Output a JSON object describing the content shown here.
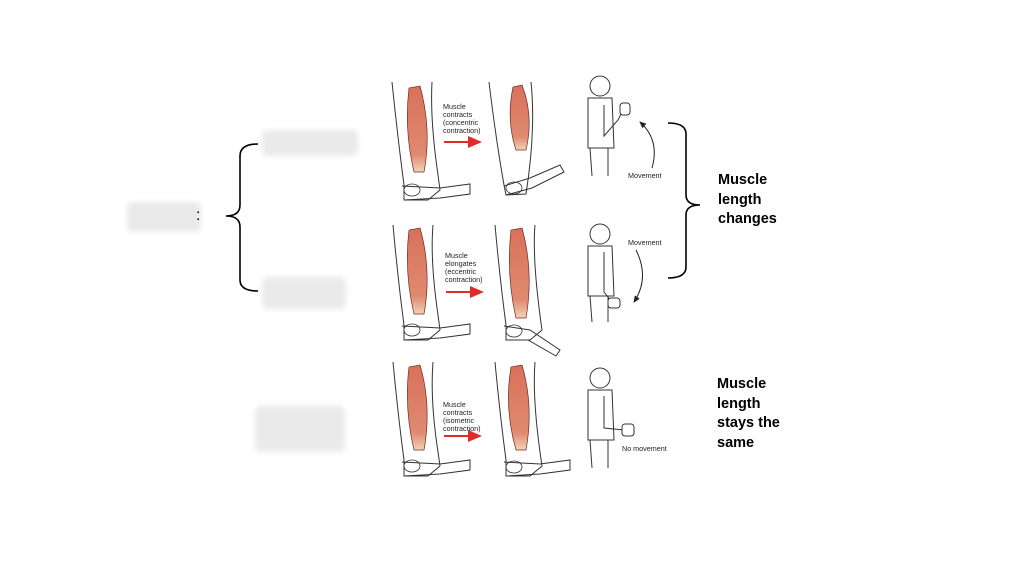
{
  "diagram": {
    "left_colon": ":",
    "row1_label": "Muscle\ncontracts\n(concentric\ncontraction)",
    "row2_label": "Muscle\nelongates\n(eccentric\ncontraction)",
    "row3_label": "Muscle\ncontracts\n(isometric\ncontraction)",
    "movement_1": "Movement",
    "movement_2": "Movement",
    "no_movement": "No movement",
    "right_label_1": "Muscle\nlength\nchanges",
    "right_label_2": "Muscle\nlength\nstays the\nsame",
    "muscle_color": "#d9705a",
    "arrow_color": "#e02b2b",
    "blank_color": "#eaeaea"
  }
}
